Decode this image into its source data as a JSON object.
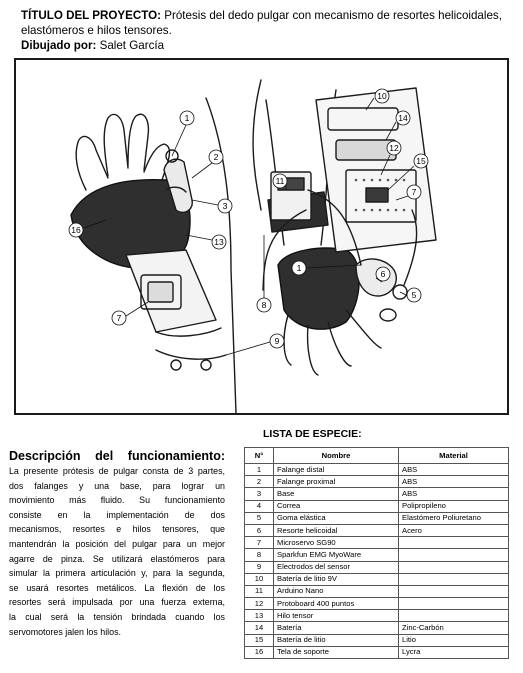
{
  "header": {
    "project_label": "TÍTULO DEL PROYECTO:",
    "project_title_line1": "Prótesis del dedo pulgar con mecanismo de resortes helicoidales,",
    "project_title_line2": "elastómeros e hilos tensores.",
    "drawn_label": "Dibujado por:",
    "drawn_by": "Salet García"
  },
  "drawing": {
    "callouts": [
      "1",
      "2",
      "3",
      "16",
      "13",
      "7",
      "9",
      "8",
      "11",
      "10",
      "14",
      "12",
      "15",
      "7",
      "1",
      "6",
      "5"
    ]
  },
  "description": {
    "title_word1": "Descripción",
    "title_word2": "del",
    "title_word3": "funcionamiento:",
    "lines": [
      "La presente prótesis de pulgar consta de 3 partes,",
      "dos falanges y una base, para lograr un",
      "movimiento más fluido. Su funcionamiento",
      "consiste en la implementación de dos",
      "mecanismos, resortes e hilos tensores, que",
      "mantendrán la posición del pulgar para un mejor",
      "agarre de pinza. Se utilizará elastómeros para",
      "simular la primera articulación y, para la segunda,",
      "se usará resortes metálicos. La flexión de los",
      "resortes será impulsada por una fuerza externa,",
      "la cual será la tensión brindada cuando los",
      "servomotores jalen los hilos."
    ]
  },
  "species_list": {
    "title": "LISTA DE ESPECIE:",
    "headers": [
      "N°",
      "Nombre",
      "Material"
    ],
    "rows": [
      [
        "1",
        "Falange distal",
        "ABS"
      ],
      [
        "2",
        "Falange proximal",
        "ABS"
      ],
      [
        "3",
        "Base",
        "ABS"
      ],
      [
        "4",
        "Correa",
        "Polipropileno"
      ],
      [
        "5",
        "Goma elástica",
        "Elastómero Poliuretano"
      ],
      [
        "6",
        "Resorte helicoidal",
        "Acero"
      ],
      [
        "7",
        "Microservo SG90",
        ""
      ],
      [
        "8",
        "Sparkfun EMG MyoWare",
        ""
      ],
      [
        "9",
        "Electrodos del sensor",
        ""
      ],
      [
        "10",
        "Batería de litio 9V",
        ""
      ],
      [
        "11",
        "Arduino Nano",
        ""
      ],
      [
        "12",
        "Protoboard 400 puntos",
        ""
      ],
      [
        "13",
        "Hilo tensor",
        ""
      ],
      [
        "14",
        "Batería",
        "Zinc-Carbón"
      ],
      [
        "15",
        "Batería de litio",
        "Litio"
      ],
      [
        "16",
        "Tela de soporte",
        "Lycra"
      ]
    ]
  }
}
